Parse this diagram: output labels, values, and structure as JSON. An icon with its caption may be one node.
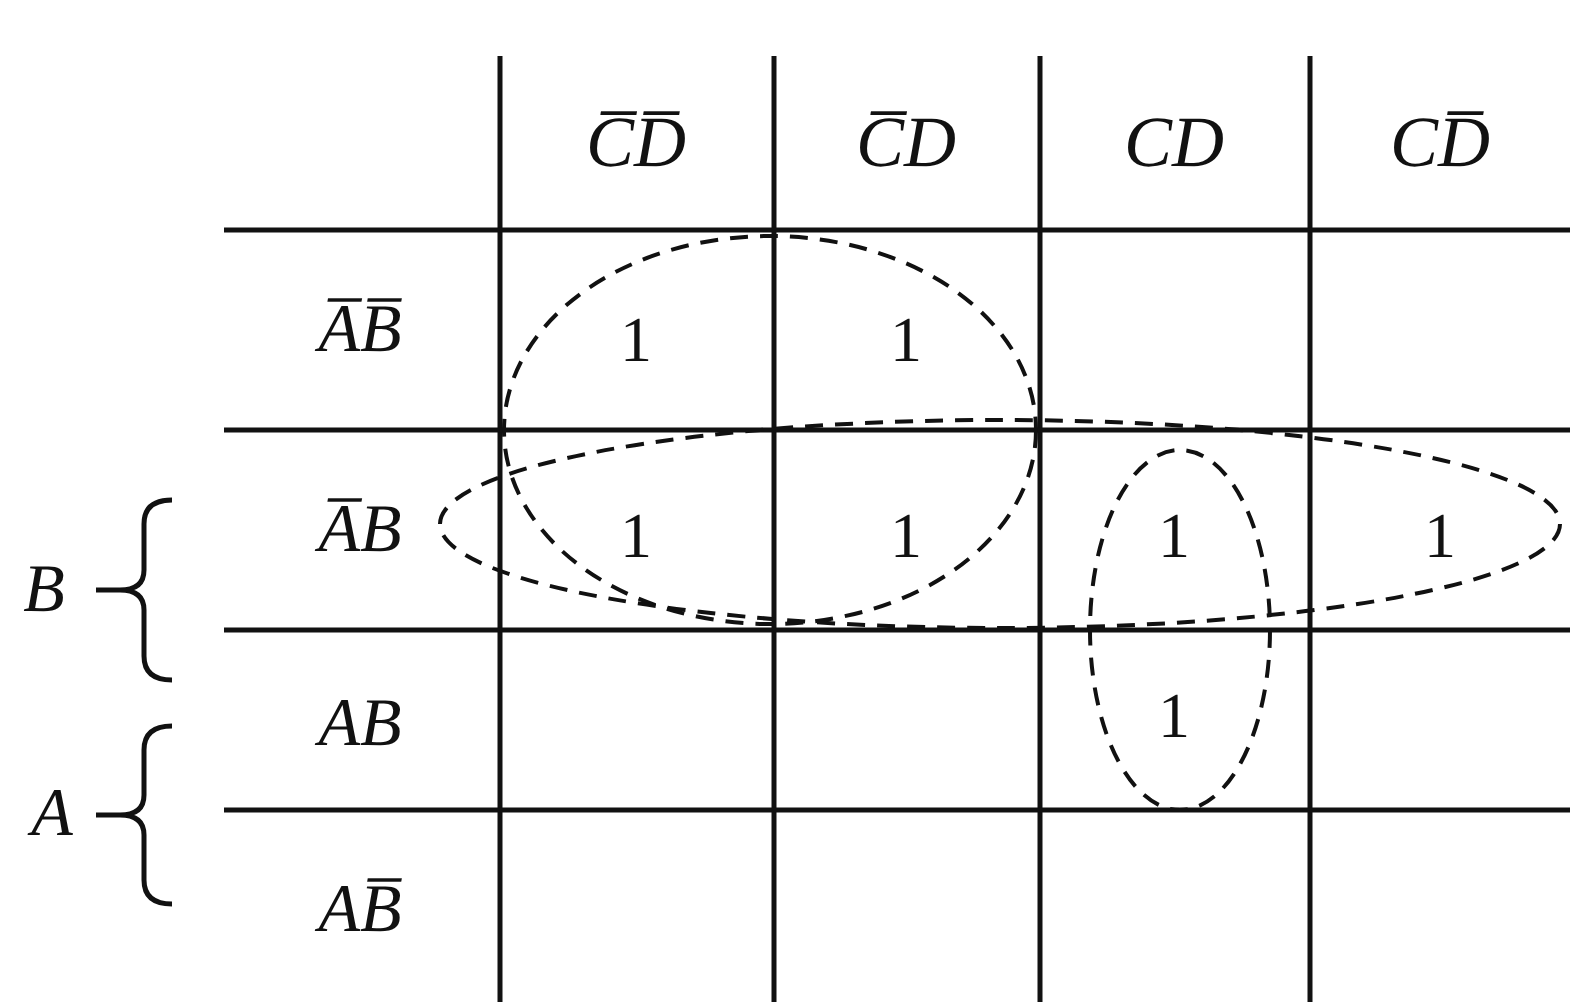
{
  "diagram": {
    "labels": [
      "C̅D̅",
      "C̅D",
      "CD",
      "CD̅",
      "A̅B̅",
      "1",
      "1",
      "A̅B",
      "1",
      "1",
      "1",
      "1",
      "AB",
      "1",
      "AB̅",
      "B",
      "A"
    ]
  }
}
